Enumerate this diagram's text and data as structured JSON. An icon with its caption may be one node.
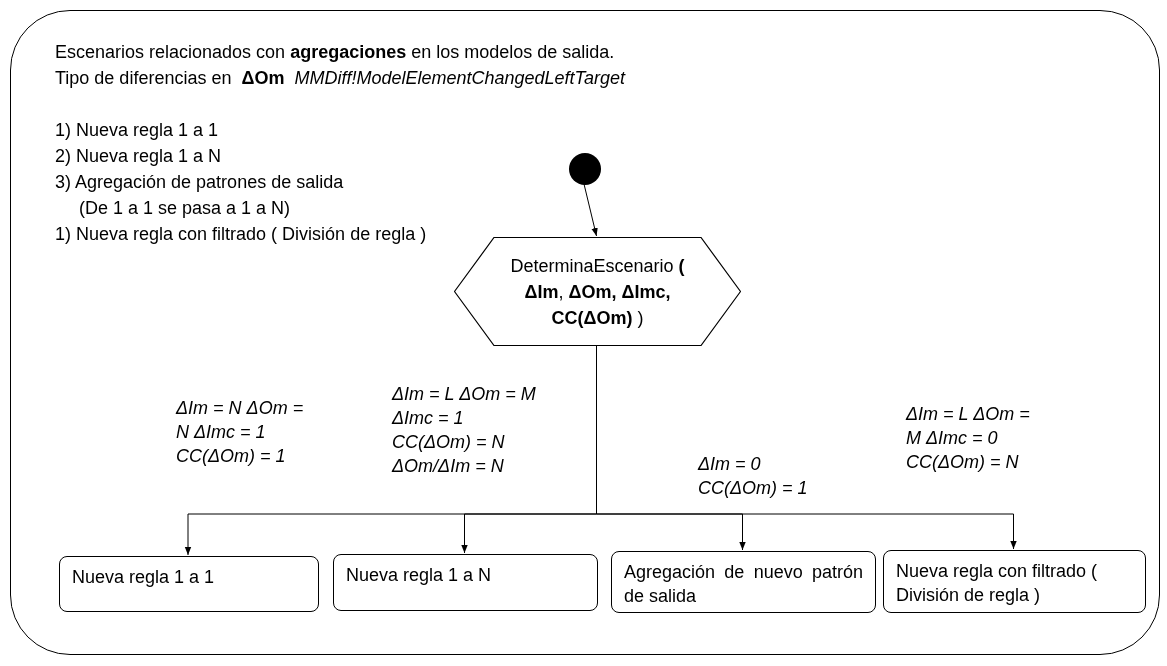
{
  "diagram": {
    "nodes": [
      {
        "text": [
          "Escenarios relacionados con **agregaciones** en los modelos de salida.",
          "Tipo de diferencias en  **ΔOm**  *MMDiff!ModelElementChangedLeftTarget*",
          "1) Nueva regla 1 a 1",
          "2) Nueva regla 1 a N",
          "3) Agregación de patrones de salida",
          "(De 1 a 1 se pasa a 1 a N)",
          "1) Nueva regla con filtrado ( División de regla )"
        ]
      },
      {
        "text": [],
        "shape": "circle",
        "in": 0
      },
      {
        "text": [
          "DeterminaEscenario **( ΔIm**, **ΔOm, ΔImc, CC(ΔOm)** )"
        ],
        "in": 0
      },
      {
        "text": [
          "Nueva regla 1 a 1"
        ],
        "in": 0
      },
      {
        "text": [
          "Nueva regla 1 a N"
        ],
        "in": 0
      },
      {
        "text": [
          "Agregación de nuevo patrón de salida"
        ],
        "in": 0
      },
      {
        "text": [
          "Nueva regla con filtrado ( División de regla )"
        ],
        "in": 0
      }
    ],
    "edges": [
      {
        "from": 1,
        "to": 2,
        "arrow": "to"
      },
      {
        "from": 2,
        "to": 3,
        "arrow": "to",
        "label": "ΔIm = N ΔOm = N ΔImc = 1 CC(ΔOm) = 1"
      },
      {
        "from": 2,
        "to": 4,
        "arrow": "to",
        "label": "ΔIm = L ΔOm = M ΔImc = 1 CC(ΔOm) = N ΔOm/ΔIm = N"
      },
      {
        "from": 2,
        "to": 5,
        "arrow": "to",
        "label": "ΔIm = 0 CC(ΔOm) = 1"
      },
      {
        "from": 2,
        "to": 6,
        "arrow": "to",
        "label": "ΔIm = L ΔOm = M ΔImc = 0 CC(ΔOm) = N"
      }
    ]
  }
}
